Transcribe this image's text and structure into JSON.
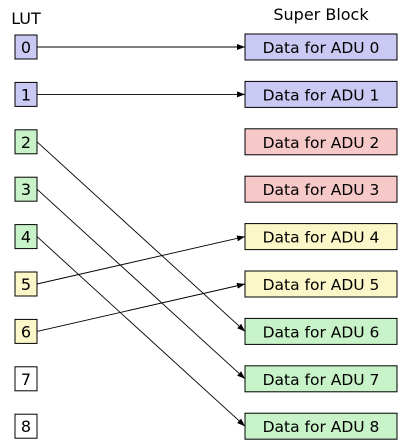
{
  "lut_title": "LUT",
  "superblock_title": "Super Block",
  "colors": {
    "blue": "#c9c9f3",
    "red": "#f6c8c8",
    "yellow": "#fbf7c8",
    "green": "#c8f2c8",
    "white": "#ffffff",
    "stroke": "#000000"
  },
  "lut": [
    {
      "label": "0",
      "color": "blue"
    },
    {
      "label": "1",
      "color": "blue"
    },
    {
      "label": "2",
      "color": "green"
    },
    {
      "label": "3",
      "color": "green"
    },
    {
      "label": "4",
      "color": "green"
    },
    {
      "label": "5",
      "color": "yellow"
    },
    {
      "label": "6",
      "color": "yellow"
    },
    {
      "label": "7",
      "color": "white"
    },
    {
      "label": "8",
      "color": "white"
    }
  ],
  "blocks": [
    {
      "label": "Data for ADU 0",
      "color": "blue"
    },
    {
      "label": "Data for ADU 1",
      "color": "blue"
    },
    {
      "label": "Data for ADU 2",
      "color": "red"
    },
    {
      "label": "Data for ADU 3",
      "color": "red"
    },
    {
      "label": "Data for ADU 4",
      "color": "yellow"
    },
    {
      "label": "Data for ADU 5",
      "color": "yellow"
    },
    {
      "label": "Data for ADU 6",
      "color": "green"
    },
    {
      "label": "Data for ADU 7",
      "color": "green"
    },
    {
      "label": "Data for ADU 8",
      "color": "green"
    }
  ],
  "mappings": [
    {
      "from": 0,
      "to": 0
    },
    {
      "from": 1,
      "to": 1
    },
    {
      "from": 2,
      "to": 6
    },
    {
      "from": 3,
      "to": 7
    },
    {
      "from": 4,
      "to": 8
    },
    {
      "from": 5,
      "to": 4
    },
    {
      "from": 6,
      "to": 5
    }
  ]
}
